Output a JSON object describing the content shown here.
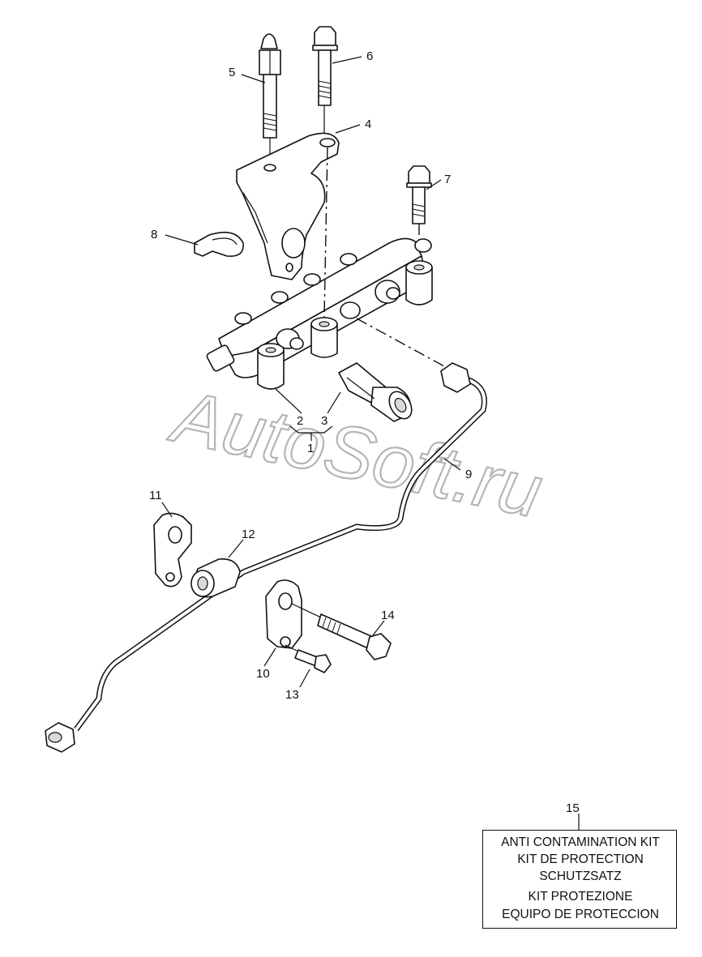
{
  "watermark": "AutoSoft.ru",
  "callouts": [
    "1",
    "2",
    "3",
    "4",
    "5",
    "6",
    "7",
    "8",
    "9",
    "10",
    "11",
    "12",
    "13",
    "14",
    "15"
  ],
  "kit": {
    "lines": [
      "ANTI CONTAMINATION KIT",
      "KIT DE PROTECTION",
      "SCHUTZSATZ",
      "KIT PROTEZIONE",
      "EQUIPO DE PROTECCION"
    ]
  }
}
